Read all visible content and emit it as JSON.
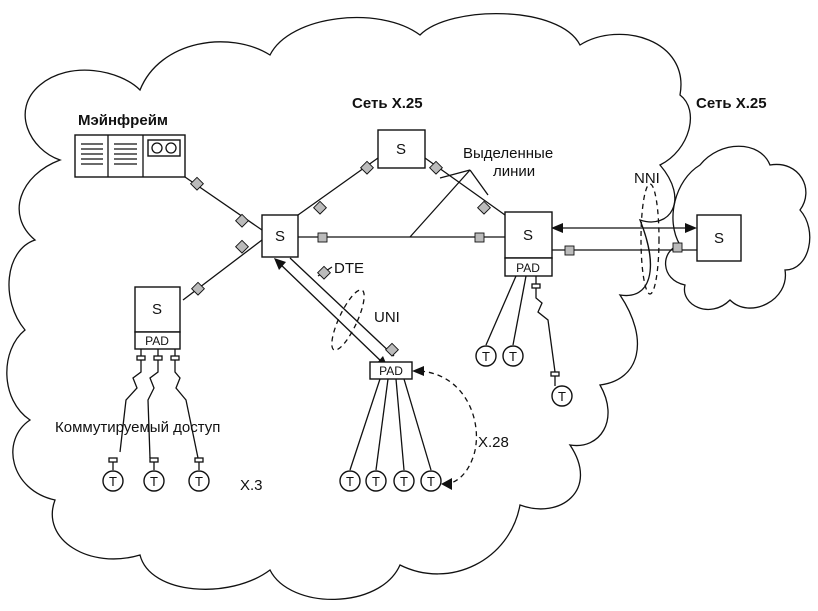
{
  "labels": {
    "network_main": "Сеть X.25",
    "network_remote": "Сеть X.25",
    "mainframe": "Мэйнфрейм",
    "leased_lines_1": "Выделенные",
    "leased_lines_2": "линии",
    "nni": "NNI",
    "dte": "DTE",
    "uni": "UNI",
    "x28": "X.28",
    "x3": "X.3",
    "dialup": "Коммутируемый доступ"
  },
  "nodes": {
    "switch_label": "S",
    "pad_label": "PAD",
    "terminal_label": "T"
  },
  "colors": {
    "line": "#111111",
    "port_fill": "#bbbbbb",
    "background": "#ffffff"
  }
}
